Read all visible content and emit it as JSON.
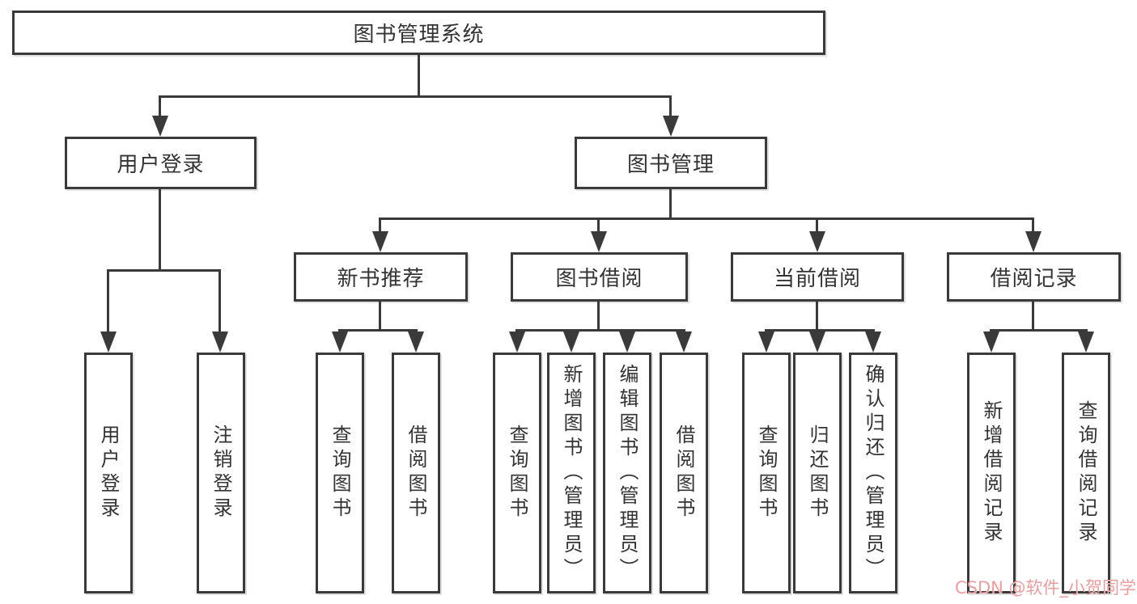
{
  "colors": {
    "background": "#ffffff",
    "line": "#3a3a3a",
    "box_border": "#3a3a3a",
    "text": "#333333",
    "watermark_text": "#eb9496"
  },
  "tree": {
    "root": {
      "label": "图书管理系统"
    },
    "children": [
      {
        "label": "用户登录",
        "children": [
          {
            "label": "用户登录"
          },
          {
            "label": "注销登录"
          }
        ]
      },
      {
        "label": "图书管理",
        "children": [
          {
            "label": "新书推荐",
            "children": [
              {
                "label": "查询图书"
              },
              {
                "label": "借阅图书"
              }
            ]
          },
          {
            "label": "图书借阅",
            "children": [
              {
                "label": "查询图书"
              },
              {
                "label": "新增图书（管理员）"
              },
              {
                "label": "编辑图书（管理员）"
              },
              {
                "label": "借阅图书"
              }
            ]
          },
          {
            "label": "当前借阅",
            "children": [
              {
                "label": "查询图书"
              },
              {
                "label": "归还图书"
              },
              {
                "label": "确认归还（管理员）"
              }
            ]
          },
          {
            "label": "借阅记录",
            "children": [
              {
                "label": "新增借阅记录"
              },
              {
                "label": "查询借阅记录"
              }
            ]
          }
        ]
      }
    ]
  },
  "watermark": {
    "label": "CSDN @软件_小贺同学"
  }
}
